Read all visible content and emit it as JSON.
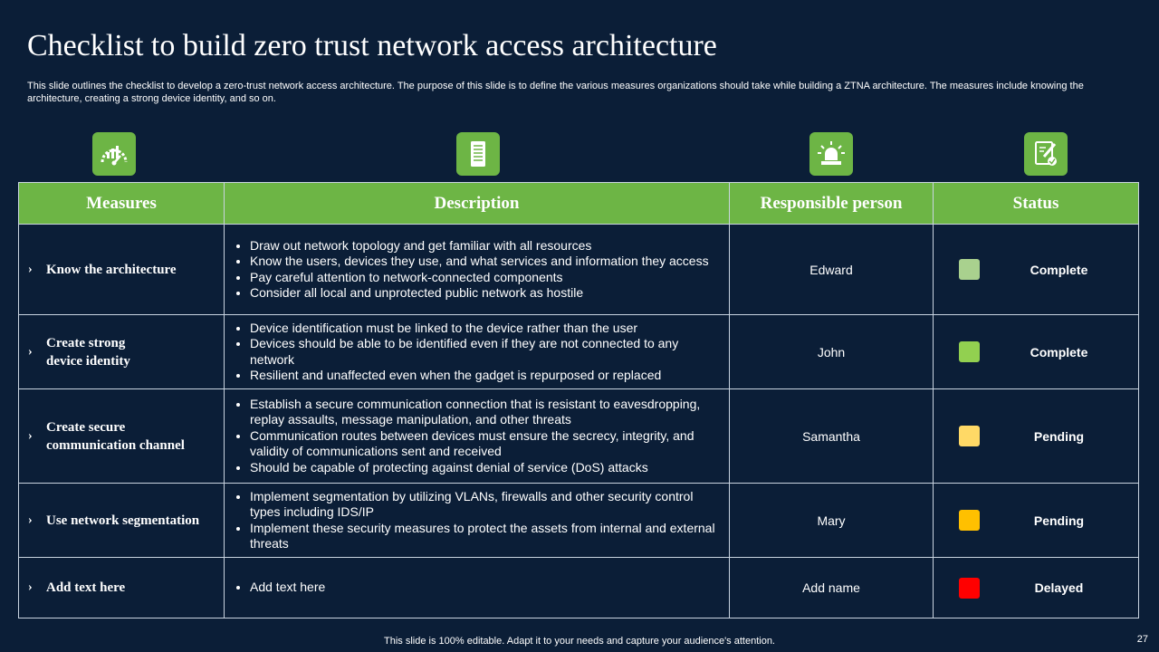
{
  "slide": {
    "title": "Checklist to build zero trust network access architecture",
    "subtitle": "This slide outlines the checklist to develop a zero-trust network access architecture. The purpose of this slide is to define the various measures organizations should take while building a ZTNA architecture. The measures include knowing the architecture, creating a strong device identity, and so on.",
    "footer": "This slide is 100% editable. Adapt it to your needs and capture your audience's attention.",
    "page_number": "27"
  },
  "icons": [
    "speedometer-icon",
    "document-server-icon",
    "alarm-siren-icon",
    "edit-note-icon"
  ],
  "colors": {
    "background": "#0b1e37",
    "accent": "#6db545",
    "border": "#c9d4e0"
  },
  "table": {
    "headers": [
      "Measures",
      "Description",
      "Responsible person",
      "Status"
    ],
    "rows": [
      {
        "measure": "Know the architecture",
        "description": [
          "Draw out network topology and get familiar with all resources",
          "Know the users, devices they use, and what services and information they access",
          "Pay careful attention to network-connected components",
          "Consider all local and unprotected public network as hostile"
        ],
        "person": "Edward",
        "status": "Complete",
        "status_color": "#a9d18e"
      },
      {
        "measure": "Create strong\ndevice identity",
        "description": [
          "Device identification must be linked to the device rather than the user",
          "Devices should be able to be identified even if they are not connected to any network",
          "Resilient and unaffected even when the gadget is repurposed or replaced"
        ],
        "person": "John",
        "status": "Complete",
        "status_color": "#92d050"
      },
      {
        "measure": "Create secure\ncommunication  channel",
        "description": [
          "Establish a secure communication connection that is resistant to eavesdropping, replay assaults, message manipulation, and other threats",
          "Communication routes between devices must ensure the secrecy, integrity, and validity of communications sent and received",
          "Should be capable of protecting against denial of service (DoS) attacks"
        ],
        "person": "Samantha",
        "status": "Pending",
        "status_color": "#ffd966"
      },
      {
        "measure": "Use network  segmentation",
        "description": [
          "Implement segmentation by utilizing VLANs, firewalls and other security control types including IDS/IP",
          "Implement these security measures to protect the assets from internal and external threats"
        ],
        "person": "Mary",
        "status": "Pending",
        "status_color": "#ffc000"
      },
      {
        "measure": "Add  text here",
        "description": [
          "Add text here"
        ],
        "person": "Add name",
        "status": "Delayed",
        "status_color": "#ff0000"
      }
    ]
  }
}
